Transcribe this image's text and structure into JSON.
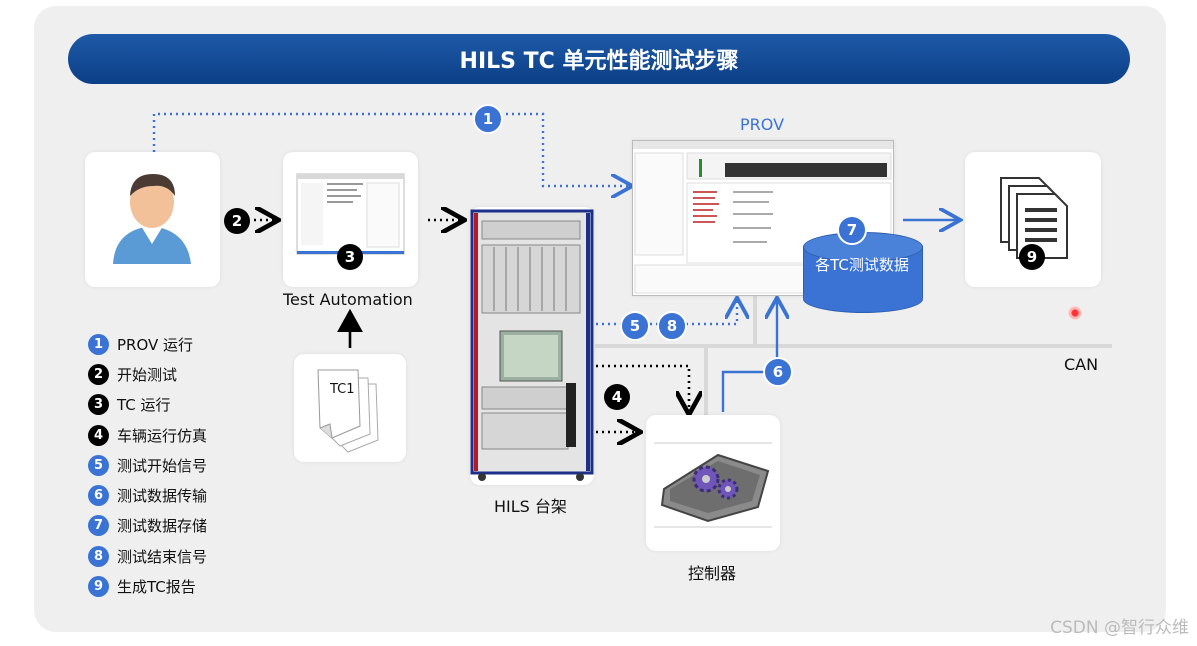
{
  "title": "HILS TC 单元性能测试步骤",
  "labels": {
    "prov": "PROV",
    "test_automation": "Test Automation",
    "hils": "HILS 台架",
    "controller": "控制器",
    "can": "CAN",
    "tc1": "TC1",
    "database": "各TC测试数据"
  },
  "steps": {
    "s1": "1",
    "s2": "2",
    "s3": "3",
    "s4": "4",
    "s5": "5",
    "s6": "6",
    "s7": "7",
    "s8": "8",
    "s9": "9"
  },
  "legend": [
    {
      "num": "1",
      "text": "PROV 运行",
      "color": "blue"
    },
    {
      "num": "2",
      "text": "开始测试",
      "color": "black"
    },
    {
      "num": "3",
      "text": "TC 运行",
      "color": "black"
    },
    {
      "num": "4",
      "text": "车辆运行仿真",
      "color": "black"
    },
    {
      "num": "5",
      "text": "测试开始信号",
      "color": "blue"
    },
    {
      "num": "6",
      "text": "测试数据传输",
      "color": "blue"
    },
    {
      "num": "7",
      "text": "测试数据存储",
      "color": "blue"
    },
    {
      "num": "8",
      "text": "测试结束信号",
      "color": "blue"
    },
    {
      "num": "9",
      "text": "生成TC报告",
      "color": "black"
    }
  ],
  "colors": {
    "blue": "#3a73d4",
    "black": "#000000",
    "banner": "#0c3f86"
  },
  "watermark": "CSDN @智行众维"
}
